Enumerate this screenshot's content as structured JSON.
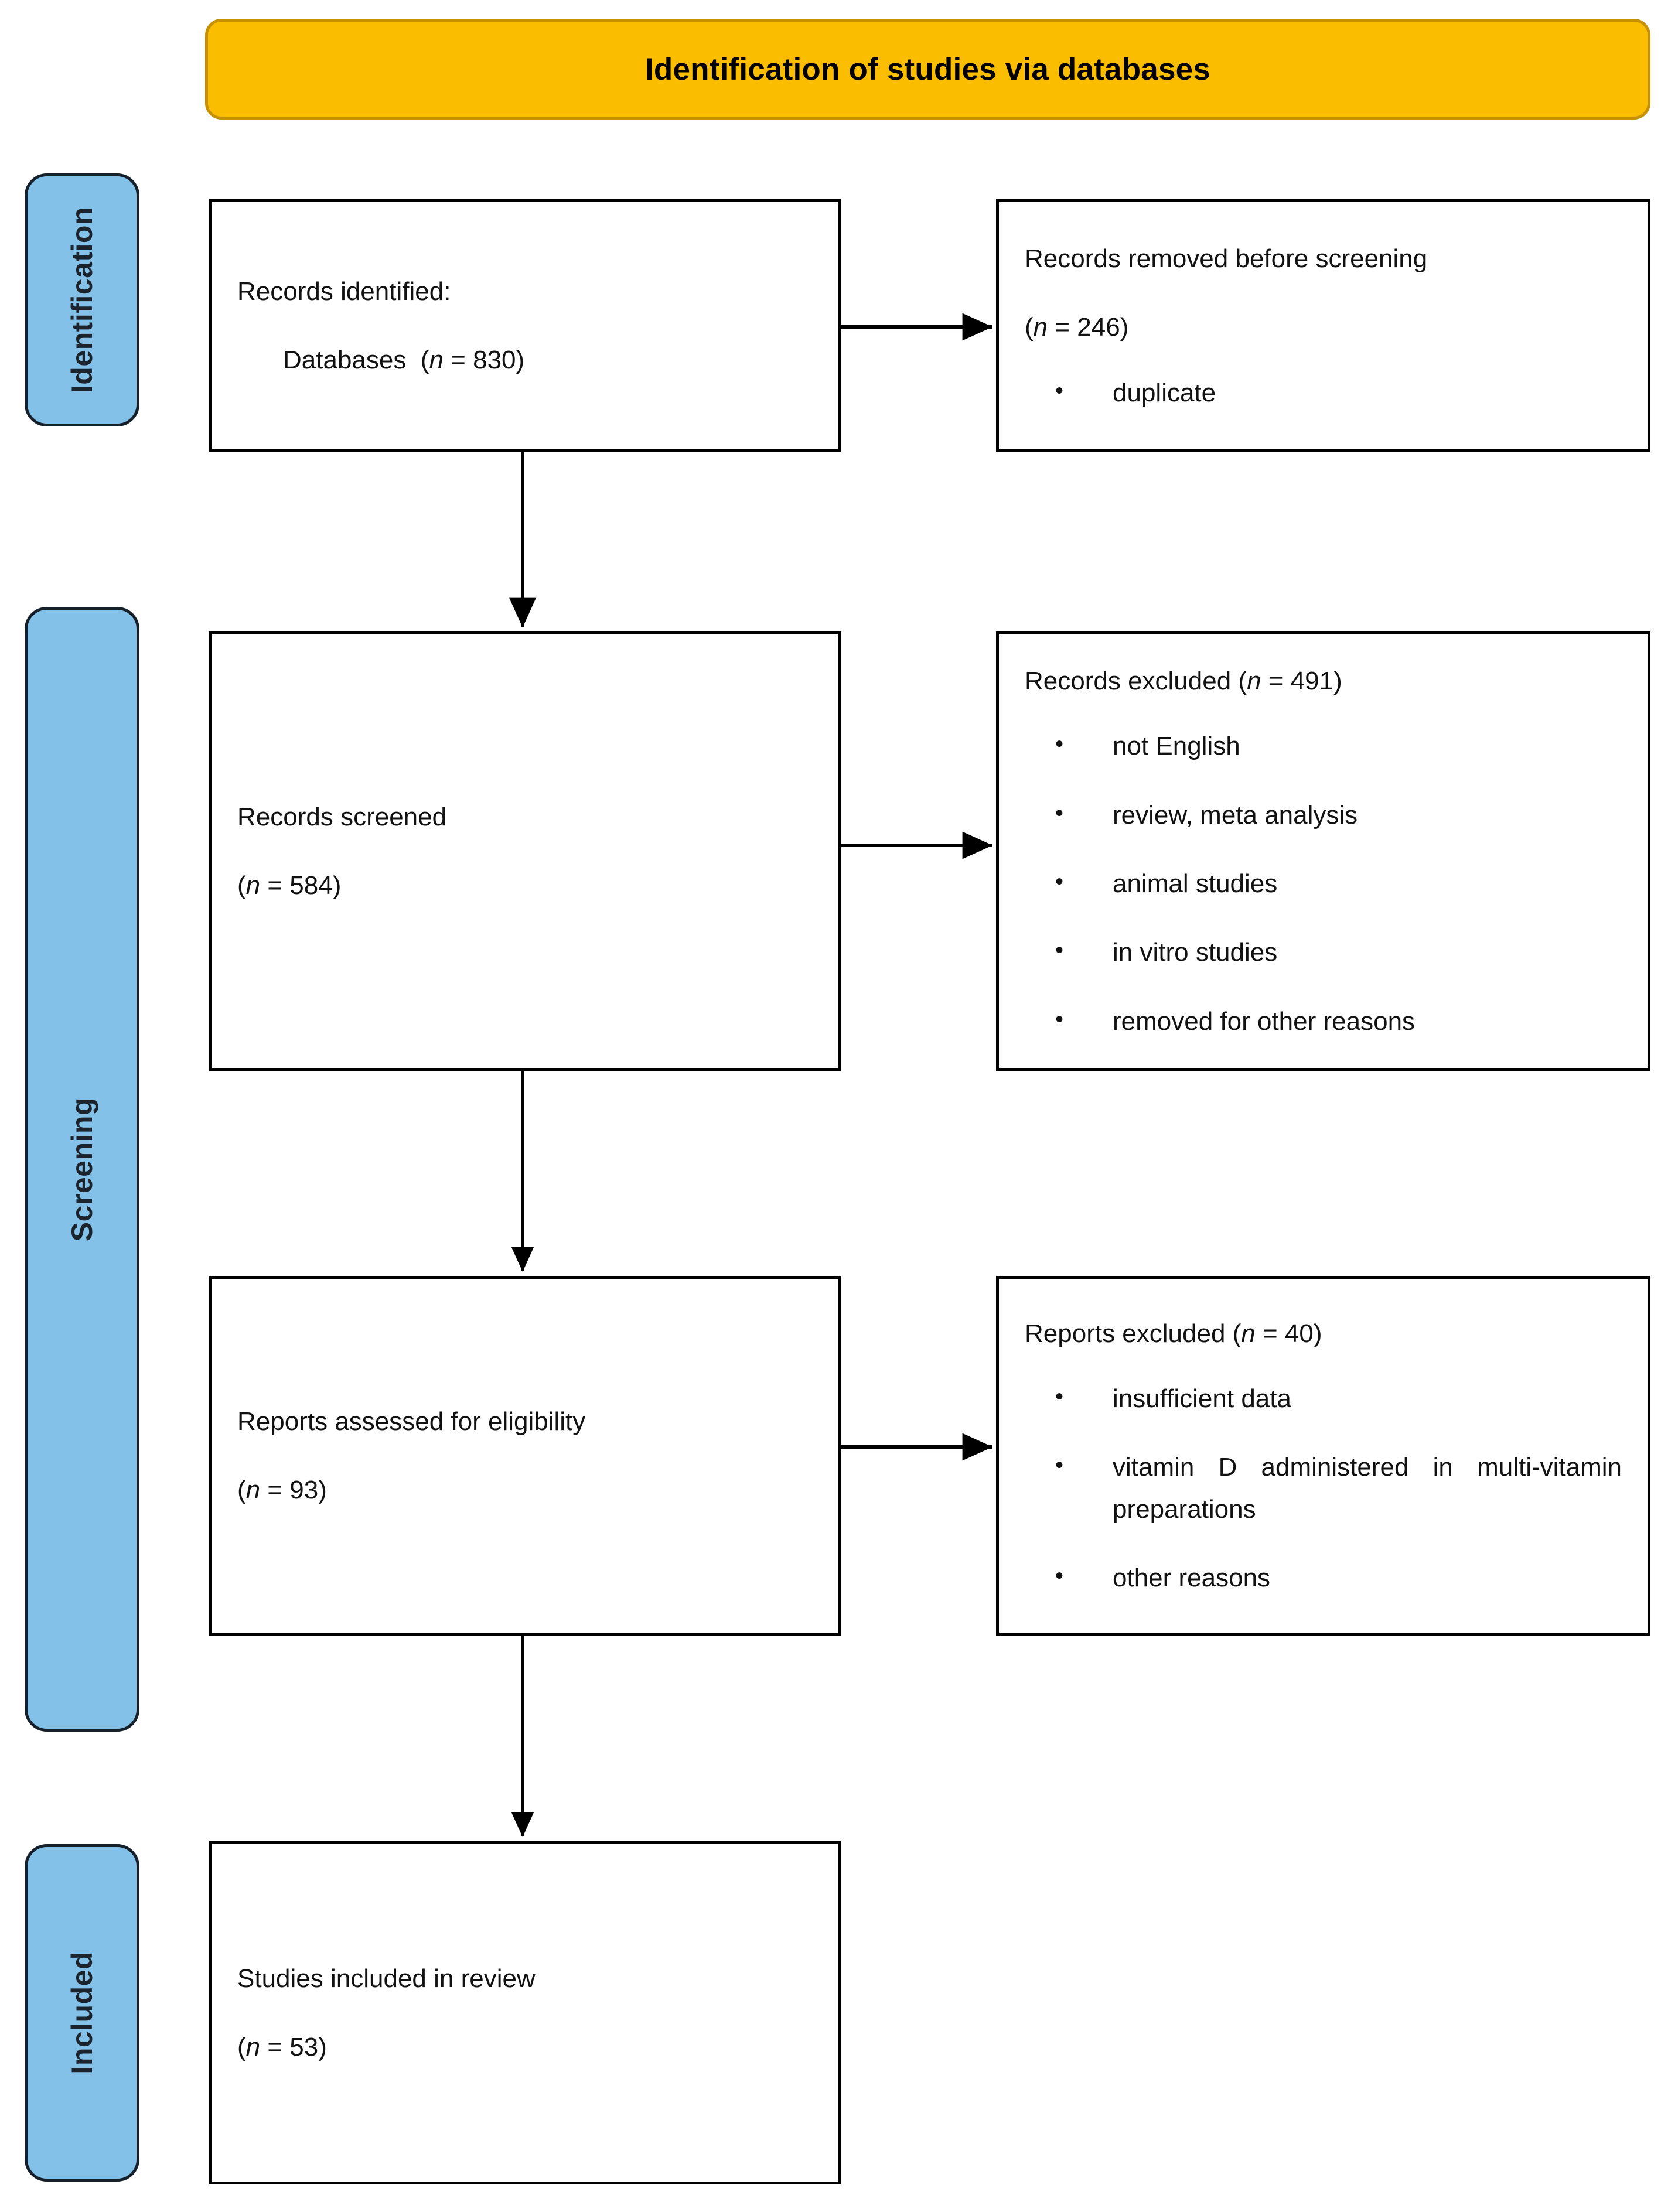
{
  "header": {
    "title": "Identification of studies via databases",
    "fill_color": "#FBBD00",
    "border_color": "#C79105"
  },
  "stages": [
    {
      "key": "identification",
      "label": "Identification",
      "fill_color": "#84C1E9"
    },
    {
      "key": "screening",
      "label": "Screening",
      "fill_color": "#84C1E9"
    },
    {
      "key": "included",
      "label": "Included",
      "fill_color": "#84C1E9"
    }
  ],
  "boxes": {
    "identified": {
      "title": "Records identified:",
      "source_label": "Databases",
      "source_count": "(n = 830)",
      "source_n_italic": "n",
      "source_n_value": " = 830"
    },
    "removed": {
      "title": "Records removed before screening",
      "count": "(n = 246)",
      "n_italic": "n",
      "n_value": " = 246",
      "reasons": [
        "duplicate"
      ]
    },
    "screened": {
      "title": "Records screened",
      "count": "(n = 584)",
      "n_italic": "n",
      "n_value": " = 584"
    },
    "records_excluded": {
      "title_prefix": "Records excluded (",
      "title_n_italic": "n",
      "title_suffix": " = 491)",
      "reasons": [
        "not English",
        "review, meta analysis",
        "animal studies",
        "in vitro studies",
        "removed for other reasons"
      ]
    },
    "eligibility": {
      "title": "Reports assessed for eligibility",
      "count": "(n = 93)",
      "n_italic": "n",
      "n_value": " = 93"
    },
    "reports_excluded": {
      "title_prefix": "Reports excluded (",
      "title_n_italic": "n",
      "title_suffix": " = 40)",
      "reasons": [
        "insufficient data",
        "vitamin D administered in multi-vitamin preparations",
        "other reasons"
      ]
    },
    "included": {
      "title": "Studies included in review",
      "count": "(n = 53)",
      "n_italic": "n",
      "n_value": " = 53"
    }
  },
  "connectors": {
    "stroke_color": "#000000",
    "arrow_labels": [
      "identified-to-removed",
      "identified-to-screened",
      "screened-to-records-excluded",
      "screened-to-eligibility",
      "eligibility-to-reports-excluded",
      "eligibility-to-included"
    ]
  },
  "chart_data": {
    "type": "diagram",
    "title": "Identification of studies via databases",
    "flow": [
      {
        "stage": "Identification",
        "node": "Records identified: Databases",
        "n": 830
      },
      {
        "stage": "Identification",
        "node": "Records removed before screening",
        "n": 246,
        "reasons": [
          "duplicate"
        ]
      },
      {
        "stage": "Screening",
        "node": "Records screened",
        "n": 584
      },
      {
        "stage": "Screening",
        "node": "Records excluded",
        "n": 491,
        "reasons": [
          "not English",
          "review, meta analysis",
          "animal studies",
          "in vitro studies",
          "removed for other reasons"
        ]
      },
      {
        "stage": "Screening",
        "node": "Reports assessed for eligibility",
        "n": 93
      },
      {
        "stage": "Screening",
        "node": "Reports excluded",
        "n": 40,
        "reasons": [
          "insufficient data",
          "vitamin D administered in multi-vitamin preparations",
          "other reasons"
        ]
      },
      {
        "stage": "Included",
        "node": "Studies included in review",
        "n": 53
      }
    ]
  }
}
